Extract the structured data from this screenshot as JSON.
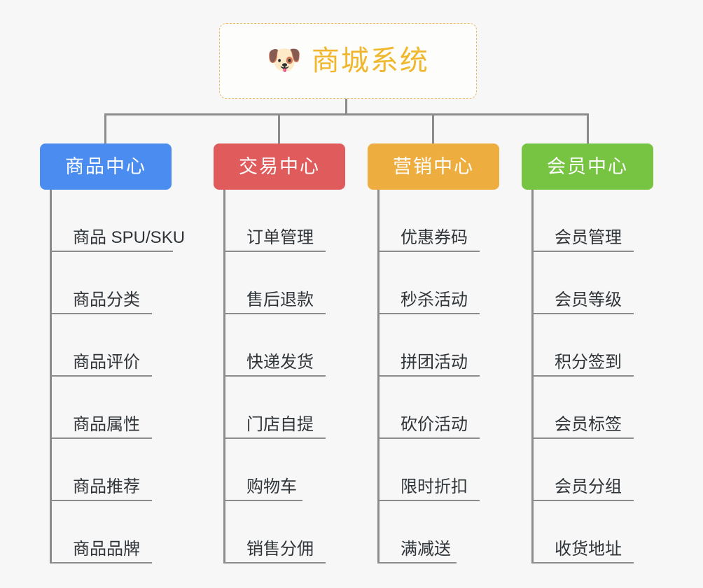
{
  "diagram": {
    "type": "tree-mindmap",
    "root": {
      "icon": "shiba-dog-emoji",
      "icon_glyph": "🐶",
      "title": "商城系统"
    },
    "palette": {
      "background": "#f7f7f7",
      "root_text": "#f0b72c",
      "root_border": "#e8bb66",
      "connector": "#8c8c8c",
      "leaf_text": "#2f3438",
      "category_blue": "#4a8cf0",
      "category_red": "#e05c5c",
      "category_orange": "#edad3f",
      "category_green": "#77c342"
    },
    "categories": [
      {
        "label": "商品中心",
        "color": "#4a8cf0",
        "items": [
          "商品 SPU/SKU",
          "商品分类",
          "商品评价",
          "商品属性",
          "商品推荐",
          "商品品牌"
        ]
      },
      {
        "label": "交易中心",
        "color": "#e05c5c",
        "items": [
          "订单管理",
          "售后退款",
          "快递发货",
          "门店自提",
          "购物车",
          "销售分佣"
        ]
      },
      {
        "label": "营销中心",
        "color": "#edad3f",
        "items": [
          "优惠券码",
          "秒杀活动",
          "拼团活动",
          "砍价活动",
          "限时折扣",
          "满减送"
        ]
      },
      {
        "label": "会员中心",
        "color": "#77c342",
        "items": [
          "会员管理",
          "会员等级",
          "积分签到",
          "会员标签",
          "会员分组",
          "收货地址"
        ]
      }
    ]
  }
}
